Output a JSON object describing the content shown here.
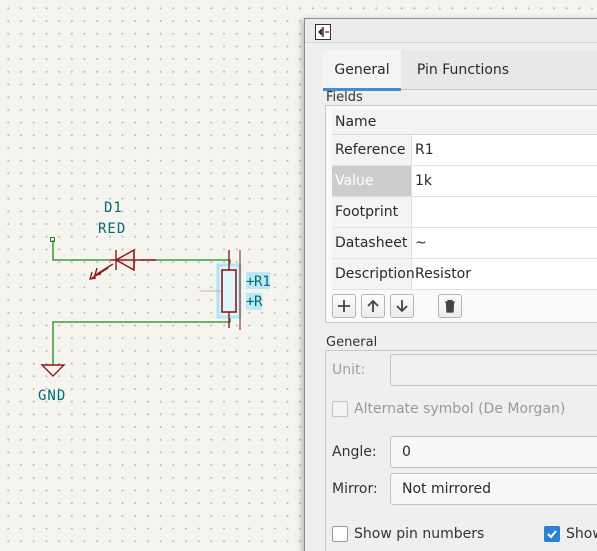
{
  "schematic": {
    "diode_reference": "D1",
    "diode_value": "RED",
    "resistor_reference": "R1",
    "resistor_value": "R",
    "ground_label": "GND",
    "colors": {
      "background": "#f5f4ef",
      "wire": "#1c8a1c",
      "symbol_body": "#8a1b1b",
      "label_text": "#006c73",
      "selection": "#aee4f6"
    }
  },
  "dialog": {
    "app_icon": "kicad-symbol-editor-icon",
    "tabs": [
      {
        "label": "General",
        "active": true
      },
      {
        "label": "Pin Functions",
        "active": false
      }
    ],
    "fields_group_label": "Fields",
    "fields_header": "Name",
    "fields": [
      {
        "name": "Reference",
        "value": "R1"
      },
      {
        "name": "Value",
        "value": "1k",
        "selected": true
      },
      {
        "name": "Footprint",
        "value": ""
      },
      {
        "name": "Datasheet",
        "value": "~"
      },
      {
        "name": "Description",
        "value": "Resistor"
      }
    ],
    "field_buttons": [
      "add-field-icon",
      "move-up-icon",
      "move-down-icon",
      "delete-field-icon"
    ],
    "general_group_label": "General",
    "unit_label": "Unit:",
    "unit_value": "",
    "alternate_symbol_label": "Alternate symbol (De Morgan)",
    "angle_label": "Angle:",
    "angle_value": "0",
    "mirror_label": "Mirror:",
    "mirror_value": "Not mirrored",
    "show_pin_numbers_label": "Show pin numbers",
    "show_pin_numbers_checked": false,
    "show_pin_names_label": "Show",
    "show_pin_names_checked": true,
    "accent_color": "#3d8fd6"
  }
}
